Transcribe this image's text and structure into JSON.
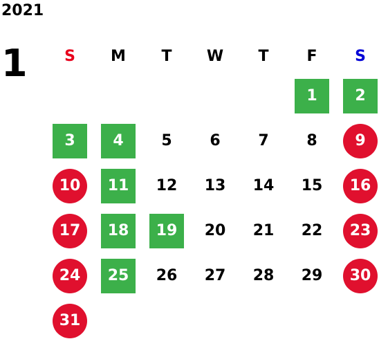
{
  "calendar": {
    "year": "2021",
    "month": "1",
    "colors": {
      "sunday_header": "#e8001c",
      "saturday_header": "#0000d6",
      "weekday_header": "#000000",
      "holiday_green": "#3cb04a",
      "weekend_red": "#e0102e",
      "day_text": "#000000",
      "marked_text": "#ffffff"
    },
    "weekdays": [
      {
        "label": "S",
        "type": "sun"
      },
      {
        "label": "M",
        "type": "normal"
      },
      {
        "label": "T",
        "type": "normal"
      },
      {
        "label": "W",
        "type": "normal"
      },
      {
        "label": "T",
        "type": "normal"
      },
      {
        "label": "F",
        "type": "normal"
      },
      {
        "label": "S",
        "type": "sat"
      }
    ],
    "weeks": [
      [
        {
          "day": "",
          "style": "empty"
        },
        {
          "day": "",
          "style": "empty"
        },
        {
          "day": "",
          "style": "empty"
        },
        {
          "day": "",
          "style": "empty"
        },
        {
          "day": "",
          "style": "empty"
        },
        {
          "day": "1",
          "style": "green-square"
        },
        {
          "day": "2",
          "style": "green-square"
        }
      ],
      [
        {
          "day": "3",
          "style": "green-square"
        },
        {
          "day": "4",
          "style": "green-square"
        },
        {
          "day": "5",
          "style": "plain"
        },
        {
          "day": "6",
          "style": "plain"
        },
        {
          "day": "7",
          "style": "plain"
        },
        {
          "day": "8",
          "style": "plain"
        },
        {
          "day": "9",
          "style": "red-circle"
        }
      ],
      [
        {
          "day": "10",
          "style": "red-circle"
        },
        {
          "day": "11",
          "style": "green-square"
        },
        {
          "day": "12",
          "style": "plain"
        },
        {
          "day": "13",
          "style": "plain"
        },
        {
          "day": "14",
          "style": "plain"
        },
        {
          "day": "15",
          "style": "plain"
        },
        {
          "day": "16",
          "style": "red-circle"
        }
      ],
      [
        {
          "day": "17",
          "style": "red-circle"
        },
        {
          "day": "18",
          "style": "green-square"
        },
        {
          "day": "19",
          "style": "green-square"
        },
        {
          "day": "20",
          "style": "plain"
        },
        {
          "day": "21",
          "style": "plain"
        },
        {
          "day": "22",
          "style": "plain"
        },
        {
          "day": "23",
          "style": "red-circle"
        }
      ],
      [
        {
          "day": "24",
          "style": "red-circle"
        },
        {
          "day": "25",
          "style": "green-square"
        },
        {
          "day": "26",
          "style": "plain"
        },
        {
          "day": "27",
          "style": "plain"
        },
        {
          "day": "28",
          "style": "plain"
        },
        {
          "day": "29",
          "style": "plain"
        },
        {
          "day": "30",
          "style": "red-circle"
        }
      ],
      [
        {
          "day": "31",
          "style": "red-circle"
        },
        {
          "day": "",
          "style": "empty"
        },
        {
          "day": "",
          "style": "empty"
        },
        {
          "day": "",
          "style": "empty"
        },
        {
          "day": "",
          "style": "empty"
        },
        {
          "day": "",
          "style": "empty"
        },
        {
          "day": "",
          "style": "empty"
        }
      ]
    ]
  }
}
